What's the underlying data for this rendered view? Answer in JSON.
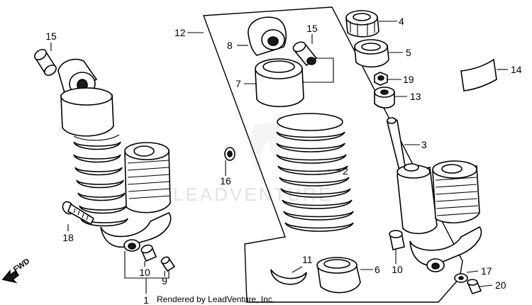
{
  "watermark": "LEADVENTURE",
  "credit": "Rendered by LeadVenture, Inc.",
  "direction_label": "FWD",
  "callouts": {
    "c1": "1",
    "c2": "2",
    "c3": "3",
    "c4": "4",
    "c5": "5",
    "c6": "6",
    "c7": "7",
    "c8": "8",
    "c9": "9",
    "c10a": "10",
    "c10b": "10",
    "c11": "11",
    "c12": "12",
    "c13": "13",
    "c14": "14",
    "c15a": "15",
    "c15b": "15",
    "c16": "16",
    "c17": "17",
    "c18": "18",
    "c19": "19",
    "c20": "20"
  }
}
